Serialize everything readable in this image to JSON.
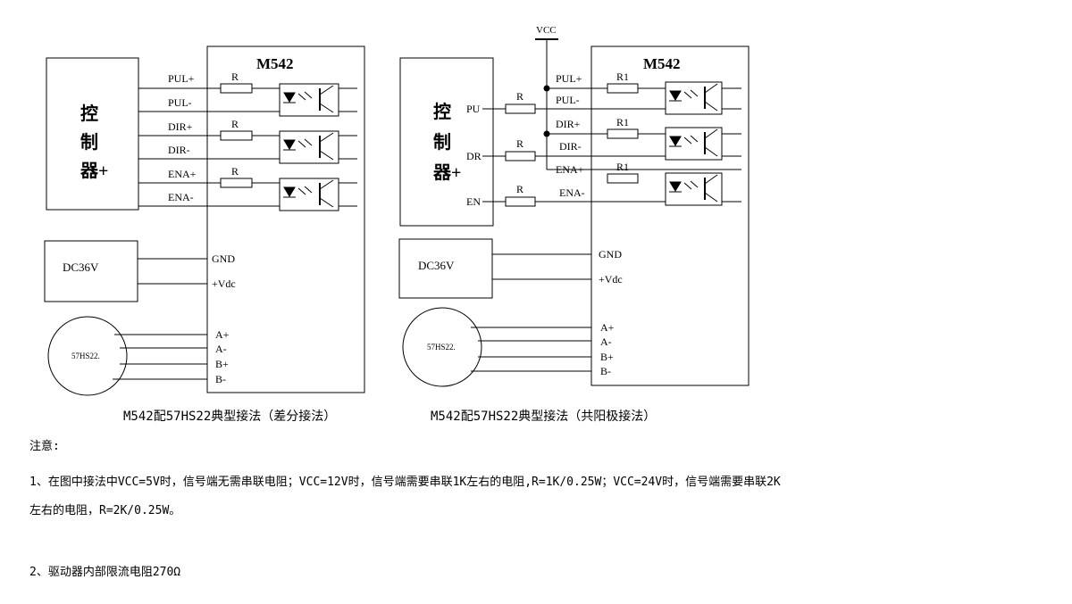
{
  "diagram_left": {
    "driver_title": "M542",
    "controller_label": [
      "控",
      "制",
      "器+"
    ],
    "signal_pins": [
      "PUL+",
      "PUL-",
      "DIR+",
      "DIR-",
      "ENA+",
      "ENA-"
    ],
    "resistor_labels": [
      "R",
      "R",
      "R"
    ],
    "power_label": "DC36V",
    "power_pins": [
      "GND",
      "+Vdc"
    ],
    "motor_label": "57HS22.",
    "motor_pins": [
      "A+",
      "A-",
      "B+",
      "B-"
    ],
    "caption": "M542配57HS22典型接法（差分接法）"
  },
  "diagram_right": {
    "driver_title": "M542",
    "vcc_label": "VCC",
    "controller_label": [
      "控",
      "制",
      "器+"
    ],
    "controller_pins": [
      "PU",
      "DR",
      "EN"
    ],
    "series_resistor_labels": [
      "R",
      "R",
      "R"
    ],
    "signal_pins": [
      "PUL+",
      "PUL-",
      "DIR+",
      "DIR-",
      "ENA+",
      "ENA-"
    ],
    "resistor_labels": [
      "R1",
      "R1",
      "R1"
    ],
    "power_label": "DC36V",
    "power_pins": [
      "GND",
      "+Vdc"
    ],
    "motor_label": "57HS22.",
    "motor_pins": [
      "A+",
      "A-",
      "B+",
      "B-"
    ],
    "caption": "M542配57HS22典型接法（共阳极接法）"
  },
  "notes": {
    "title": "注意:",
    "line1": "1、在图中接法中VCC=5V时，信号端无需串联电阻；VCC=12V时，信号端需要串联1K左右的电阻,R=1K/0.25W；VCC=24V时，信号端需要串联2K",
    "line2": "左右的电阻，R=2K/0.25W。",
    "line3": "2、驱动器内部限流电阻270Ω"
  }
}
